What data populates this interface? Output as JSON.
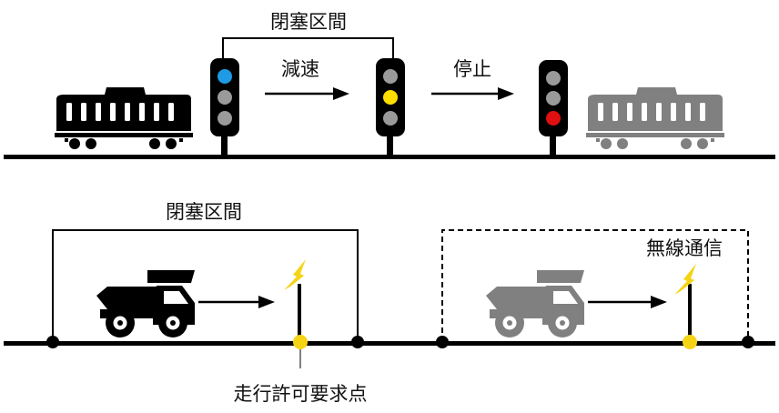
{
  "top_section": {
    "block_label": "閉塞区間",
    "arrow1_label": "減速",
    "arrow2_label": "停止"
  },
  "bottom_section": {
    "block_label": "閉塞区間",
    "radio_label": "無線通信",
    "request_point_label": "走行許可要求点"
  },
  "colors": {
    "track": "#000000",
    "lead_vehicle": "#000000",
    "follow_vehicle": "#808080",
    "signal_blue": "#1e9be4",
    "signal_yellow": "#ffdd00",
    "signal_red": "#e01010",
    "lamp_off": "#9a9a9a",
    "lightning": "#f5d416",
    "point_marker": "#f5d416"
  },
  "icons": [
    "train-icon",
    "traffic-signal-icon",
    "dump-truck-icon",
    "lightning-icon"
  ]
}
